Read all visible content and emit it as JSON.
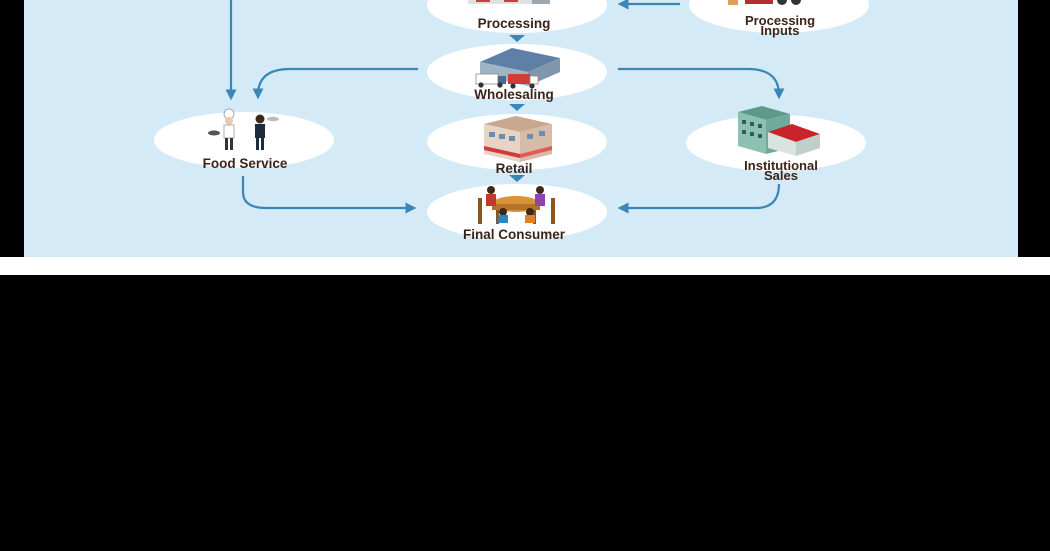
{
  "diagram": {
    "nodes": {
      "processing": {
        "label": "Processing"
      },
      "processing_inputs": {
        "label_line1": "Processing",
        "label_line2": "Inputs"
      },
      "wholesaling": {
        "label": "Wholesaling"
      },
      "food_service": {
        "label": "Food Service"
      },
      "retail": {
        "label": "Retail"
      },
      "institutional_sales": {
        "label_line1": "Institutional",
        "label_line2": "Sales"
      },
      "final_consumer": {
        "label": "Final Consumer"
      }
    },
    "colors": {
      "background": "#d4eaf6",
      "node_fill": "#ffffff",
      "arrow": "#3a87b7",
      "label": "#3b2417"
    }
  }
}
